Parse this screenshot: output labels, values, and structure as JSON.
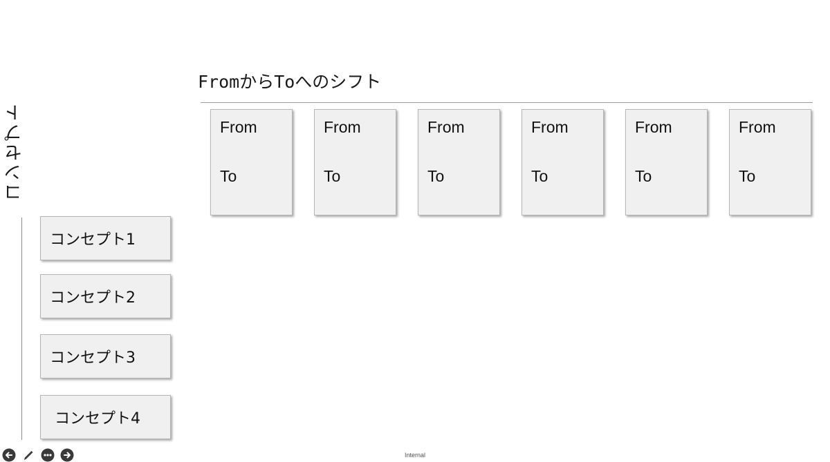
{
  "side_title": "コンセプト",
  "main_title": "FromからToへのシフト",
  "shift_cards": [
    {
      "from": "From",
      "to": "To"
    },
    {
      "from": "From",
      "to": "To"
    },
    {
      "from": "From",
      "to": "To"
    },
    {
      "from": "From",
      "to": "To"
    },
    {
      "from": "From",
      "to": "To"
    },
    {
      "from": "From",
      "to": "To"
    }
  ],
  "concepts": [
    {
      "label": "コンセプト1"
    },
    {
      "label": "コンセプト2"
    },
    {
      "label": "コンセプト3"
    },
    {
      "label": "コンセプト4"
    }
  ],
  "controls": [
    {
      "icon": "previous-slide-icon"
    },
    {
      "icon": "pen-icon"
    },
    {
      "icon": "more-options-icon"
    },
    {
      "icon": "next-slide-icon"
    }
  ],
  "footer_label": "Internal",
  "colors": {
    "control_icon": "#3a3a3a",
    "card_fill": "#f0f0f0",
    "card_border": "#b5b5b5"
  }
}
